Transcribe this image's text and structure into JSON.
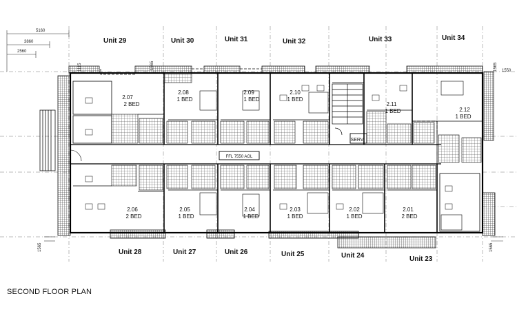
{
  "title": "SECOND FLOOR PLAN",
  "dimensions": {
    "d5160": "5160",
    "d3860": "3860",
    "d2560": "2560",
    "d1115": "1115",
    "d1565_top": "1565",
    "d1565_left": "1565",
    "d1565_right": "1565",
    "d1565_rtop": "1565",
    "d1550": "1550"
  },
  "units_top": [
    "Unit 29",
    "Unit 30",
    "Unit 31",
    "Unit 32",
    "Unit 33",
    "Unit 34"
  ],
  "units_bottom": [
    "Unit 28",
    "Unit 27",
    "Unit 26",
    "Unit 25",
    "Unit 24",
    "Unit 23"
  ],
  "rooms_top": [
    {
      "num": "2.07",
      "type": "2 BED"
    },
    {
      "num": "2.08",
      "type": "1 BED"
    },
    {
      "num": "2.09",
      "type": "1 BED"
    },
    {
      "num": "2.10",
      "type": "1 BED"
    },
    {
      "num": "2.11",
      "type": "1 BED"
    },
    {
      "num": "2.12",
      "type": "1 BED"
    }
  ],
  "rooms_bottom": [
    {
      "num": "2.06",
      "type": "2 BED"
    },
    {
      "num": "2.05",
      "type": "1 BED"
    },
    {
      "num": "2.04",
      "type": "1 BED"
    },
    {
      "num": "2.03",
      "type": "1 BED"
    },
    {
      "num": "2.02",
      "type": "1 BED"
    },
    {
      "num": "2.01",
      "type": "2 BED"
    }
  ],
  "ffl": "FFL 7550 AGL",
  "serv": "SERV"
}
